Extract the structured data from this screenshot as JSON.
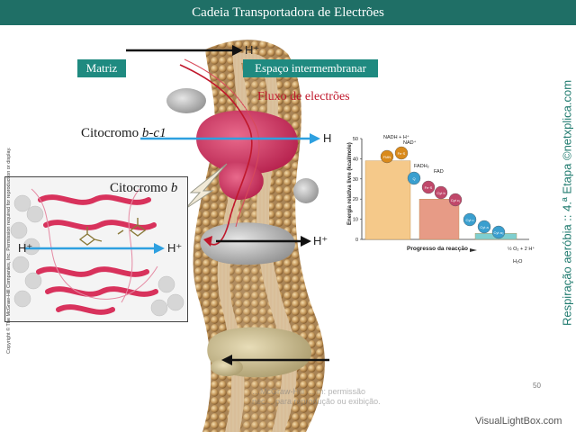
{
  "header": {
    "title": "Cadeia Transportadora de Electrões"
  },
  "labels": {
    "matrix": "Matriz",
    "intermembrane": "Espaço intermembranar",
    "electron_flow": "Fluxo de electrões",
    "cytochrome_bc1_prefix": "Citocromo ",
    "cytochrome_bc1_italic": "b-c1",
    "cytochrome_b_prefix": "Citocromo ",
    "cytochrome_b_italic": "b",
    "hplus": "H⁺"
  },
  "copyright": "Copyright © The McGraw-Hill Companies, Inc. Permission required for reproduction or display.",
  "side_text": "Respiração aeróbia :: 4.ª Etapa ©netxplica.com",
  "watermark": {
    "line1": "…McGraw-Hill … m: permissão",
    "line2": "nec… para reprodução ou exibição."
  },
  "page_number": "50",
  "site_credit": "VisualLightBox.com",
  "chart_data": {
    "type": "bar",
    "ylabel": "Energia relativa livre (kcal/mole)",
    "xlabel": "Progresso da reacção",
    "ylim": [
      0,
      50
    ],
    "yticks": [
      "0",
      "10",
      "20",
      "30",
      "40",
      "50"
    ],
    "series": [
      {
        "values": [
          39,
          20,
          3
        ]
      }
    ],
    "colors": [
      "#f5c98a",
      "#e79b86",
      "#7fcfd0"
    ],
    "annotations": {
      "nadh": "NADH + H⁺",
      "nad": "NAD⁺",
      "fadh2": "FADH₂",
      "fad": "FAD",
      "oxygen": "½ O₂ + 2 H⁺",
      "water": "H₂O"
    },
    "carriers": [
      "FMN",
      "Fe·S",
      "Q",
      "Fe·S",
      "Cyt b",
      "Cyt c₁",
      "Cyt c",
      "Cyt a",
      "Cyt a₃"
    ]
  }
}
